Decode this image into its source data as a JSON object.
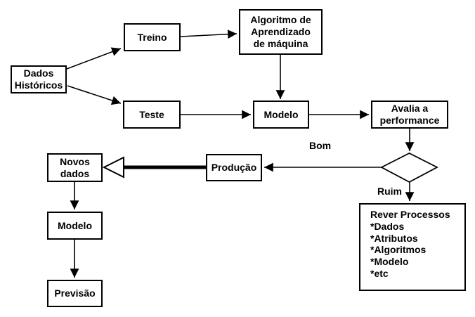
{
  "diagram": {
    "colors": {
      "stroke": "#000000",
      "fill": "#ffffff",
      "text": "#000000"
    },
    "nodes": {
      "dados_historicos": {
        "label": "Dados\nHistóricos"
      },
      "treino": {
        "label": "Treino"
      },
      "algoritmo": {
        "label": "Algoritmo de\nAprendizado\nde máquina"
      },
      "teste": {
        "label": "Teste"
      },
      "modelo_top": {
        "label": "Modelo"
      },
      "avalia": {
        "label": "Avalia a\nperformance"
      },
      "decision": {
        "label": ""
      },
      "producao": {
        "label": "Produção"
      },
      "novos_dados": {
        "label": "Novos\ndados"
      },
      "modelo_bottom": {
        "label": "Modelo"
      },
      "previsao": {
        "label": "Previsão"
      },
      "rever_processos": {
        "label": "Rever Processos\n*Dados\n*Atributos\n*Algoritmos\n*Modelo\n*etc"
      }
    },
    "edge_labels": {
      "bom": "Bom",
      "ruim": "Ruim"
    },
    "edges": [
      {
        "from": "dados_historicos",
        "to": "treino",
        "style": "arrow"
      },
      {
        "from": "dados_historicos",
        "to": "teste",
        "style": "arrow"
      },
      {
        "from": "treino",
        "to": "algoritmo",
        "style": "arrow"
      },
      {
        "from": "algoritmo",
        "to": "modelo_top",
        "style": "arrow"
      },
      {
        "from": "teste",
        "to": "modelo_top",
        "style": "arrow"
      },
      {
        "from": "modelo_top",
        "to": "avalia",
        "style": "arrow"
      },
      {
        "from": "avalia",
        "to": "decision",
        "style": "arrow"
      },
      {
        "from": "decision",
        "to": "producao",
        "label": "Bom",
        "style": "arrow"
      },
      {
        "from": "decision",
        "to": "rever_processos",
        "label": "Ruim",
        "style": "arrow"
      },
      {
        "from": "producao",
        "to": "novos_dados",
        "style": "thick-hollow-arrow"
      },
      {
        "from": "novos_dados",
        "to": "modelo_bottom",
        "style": "arrow"
      },
      {
        "from": "modelo_bottom",
        "to": "previsao",
        "style": "arrow"
      }
    ]
  }
}
